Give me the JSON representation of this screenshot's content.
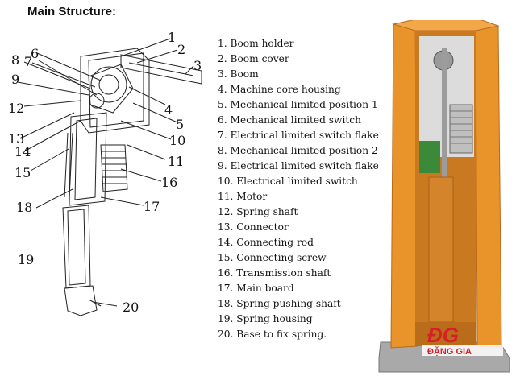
{
  "title": "Main Structure:",
  "parts": [
    {
      "num": "1",
      "label": "Boom holder"
    },
    {
      "num": "2",
      "label": "Boom cover"
    },
    {
      "num": "3",
      "label": "Boom"
    },
    {
      "num": "4",
      "label": "Machine core housing"
    },
    {
      "num": "5",
      "label": "Mechanical limited position 1"
    },
    {
      "num": "6",
      "label": "Mechanical limited switch"
    },
    {
      "num": "7",
      "label": "Electrical limited switch flake"
    },
    {
      "num": "8",
      "label": "Mechanical limited position 2"
    },
    {
      "num": "9",
      "label": "Electrical limited switch flake"
    },
    {
      "num": "10",
      "label": "Electrical limited switch"
    },
    {
      "num": "11",
      "label": "Motor"
    },
    {
      "num": "12",
      "label": "Spring shaft"
    },
    {
      "num": "13",
      "label": "Connector"
    },
    {
      "num": "14",
      "label": "Connecting rod"
    },
    {
      "num": "15",
      "label": "Connecting screw"
    },
    {
      "num": "16",
      "label": "Transmission shaft"
    },
    {
      "num": "17",
      "label": "Main board"
    },
    {
      "num": "18",
      "label": "Spring pushing shaft"
    },
    {
      "num": "19",
      "label": "Spring housing"
    },
    {
      "num": "20",
      "label": "Base to fix spring."
    }
  ],
  "logo": {
    "text": "ĐẶNG GIA",
    "color": "#d61f26"
  },
  "colors": {
    "cabinet": "#e8942a",
    "cabinet_dark": "#b8691a",
    "line": "#222222"
  }
}
